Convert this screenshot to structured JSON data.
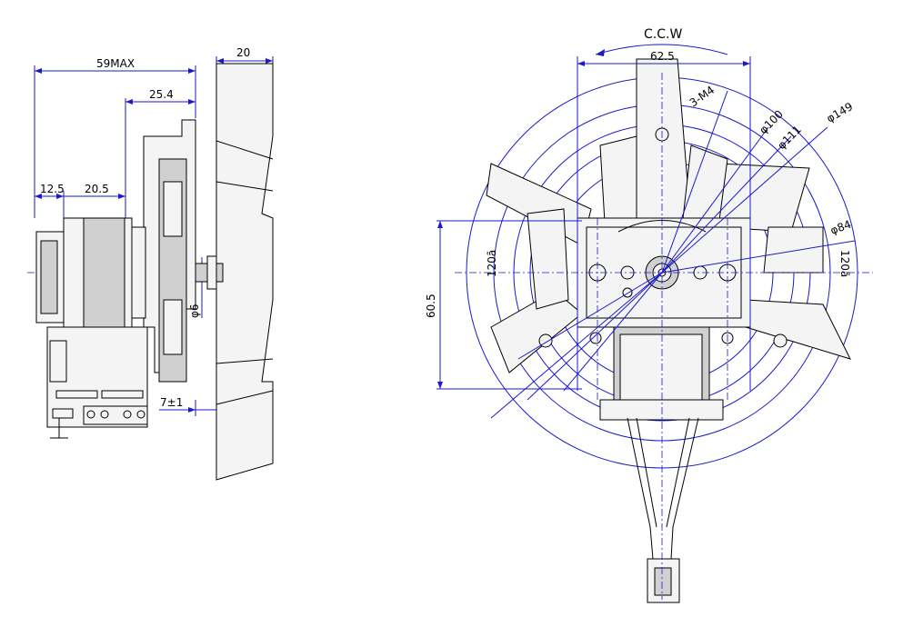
{
  "side_view": {
    "overall_length": "59MAX",
    "shaft_offset": "25.4",
    "front_seg": "12.5",
    "body_seg": "20.5",
    "fan_depth": "20",
    "shaft_dia": "φ6",
    "shaft_proj": "7±1"
  },
  "front_view": {
    "rotation": "C.C.W",
    "hole_spacing": "62.5",
    "screw": "3-M4",
    "dia_100": "φ100",
    "dia_111": "φ111",
    "dia_149": "φ149",
    "dia_84": "φ84",
    "angle_left": "120ã",
    "angle_right": "120ã",
    "height": "60.5"
  },
  "colors": {
    "dimension": "#1a1acc",
    "outline": "#000000"
  }
}
